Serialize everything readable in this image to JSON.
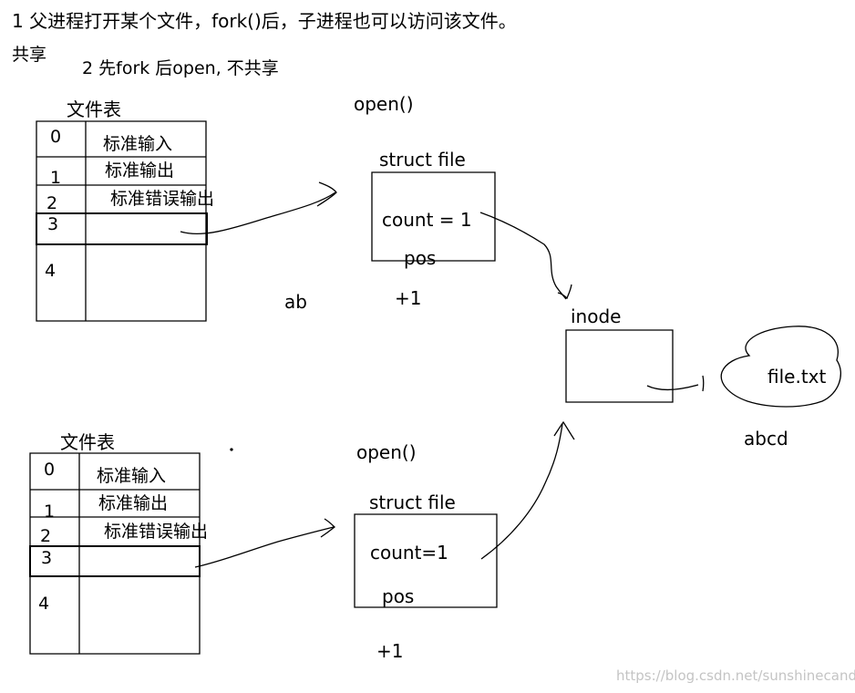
{
  "notes": {
    "line1": "1 父进程打开某个文件，fork()后，子进程也可以访问该文件。",
    "line1_conclusion": "共享",
    "line2": "2 先fork 后open, 不共享"
  },
  "top": {
    "table_title": "文件表",
    "rows": [
      {
        "index": "0",
        "label": "标准输入"
      },
      {
        "index": "1",
        "label": "标准输出"
      },
      {
        "index": "2",
        "label": "标准错误输出"
      },
      {
        "index": "3",
        "label": ""
      },
      {
        "index": "4",
        "label": ""
      }
    ],
    "open_label": "open()",
    "struct_title": "struct file",
    "count_text": "count = 1",
    "pos_text": "pos",
    "content_label": "ab",
    "increment": "+1"
  },
  "bottom": {
    "table_title": "文件表",
    "rows": [
      {
        "index": "0",
        "label": "标准输入"
      },
      {
        "index": "1",
        "label": "标准输出"
      },
      {
        "index": "2",
        "label": "标准错误输出"
      },
      {
        "index": "3",
        "label": ""
      },
      {
        "index": "4",
        "label": ""
      }
    ],
    "open_label": "open()",
    "struct_title": "struct file",
    "count_text": "count=1",
    "pos_text": "pos",
    "increment": "+1"
  },
  "inode": {
    "title": "inode",
    "file_name": "file.txt",
    "content_label": "abcd"
  },
  "watermark": "https://blog.csdn.net/sunshinecandy"
}
